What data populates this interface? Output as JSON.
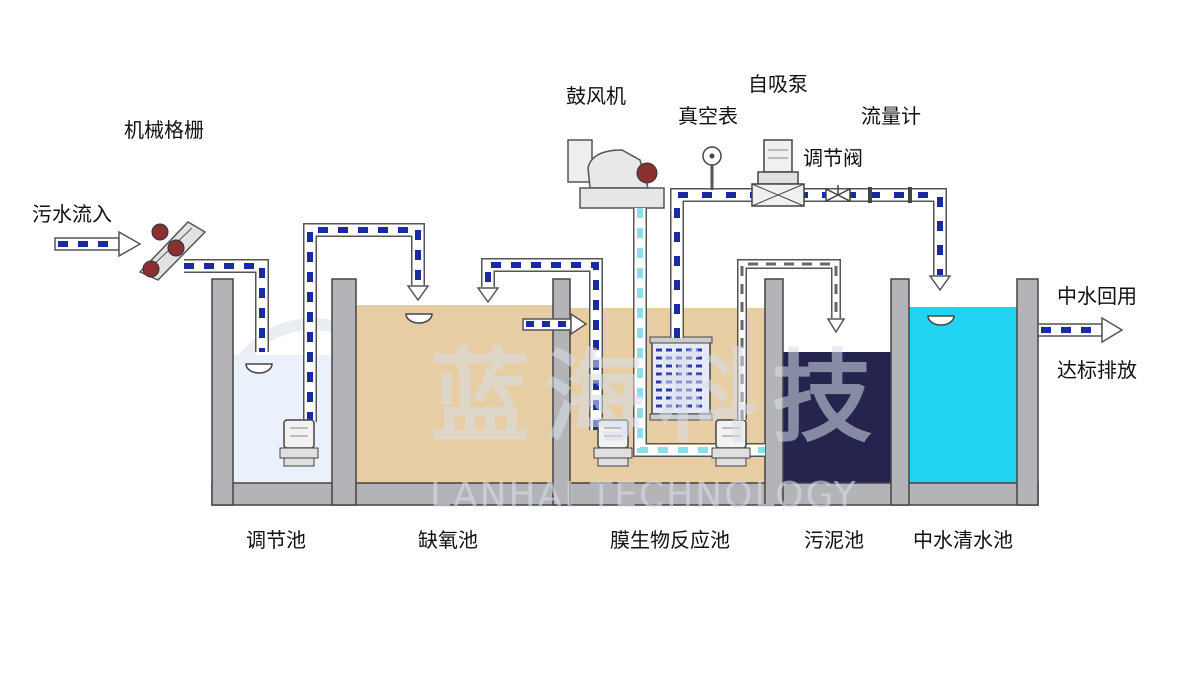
{
  "labels": {
    "sewage_inflow": "污水流入",
    "mechanical_screen": "机械格栅",
    "blower": "鼓风机",
    "self_priming_pump": "自吸泵",
    "vacuum_gauge": "真空表",
    "flow_meter": "流量计",
    "regulating_valve": "调节阀",
    "reuse_water": "中水回用",
    "compliant_discharge": "达标排放"
  },
  "tanks": {
    "equalization": "调节池",
    "anoxic": "缺氧池",
    "mbr": "膜生物反应池",
    "sludge": "污泥池",
    "reclaimed": "中水清水池"
  },
  "watermark": {
    "cn": "蓝海科技",
    "en": "LANHAI TECHNOLOGY"
  },
  "colors": {
    "anoxic_water": "#e6cda3",
    "sludge_water": "#24244e",
    "clear_water": "#22d4f2",
    "flow_dash": "#1a2aa0",
    "air_dash": "#8fdcea",
    "pipe_fill": "#ffffff",
    "wall": "#b4b4b8",
    "equalization_water": "#eaf1fa"
  }
}
